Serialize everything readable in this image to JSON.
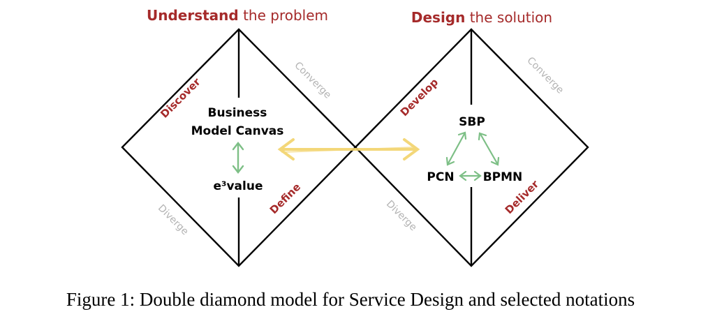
{
  "phases": {
    "left": {
      "bold": "Understand",
      "rest": " the problem"
    },
    "right": {
      "bold": "Design",
      "rest": " the solution"
    }
  },
  "stages": {
    "discover": "Discover",
    "define": "Define",
    "develop": "Develop",
    "deliver": "Deliver"
  },
  "modes": {
    "converge_left": "Converge",
    "diverge_left": "Diverge",
    "converge_right": "Converge",
    "diverge_right": "Diverge"
  },
  "notations": {
    "bmc_line1": "Business",
    "bmc_line2": "Model Canvas",
    "e3value": "e³value",
    "sbp": "SBP",
    "pcn": "PCN",
    "bpmn": "BPMN"
  },
  "caption": "Figure 1: Double diamond model for Service Design and selected notations",
  "colors": {
    "accent": "#a52a2a",
    "muted": "#b3b3b3",
    "arrow_green": "#7dbf86",
    "arrow_yellow": "#f2d36b"
  }
}
